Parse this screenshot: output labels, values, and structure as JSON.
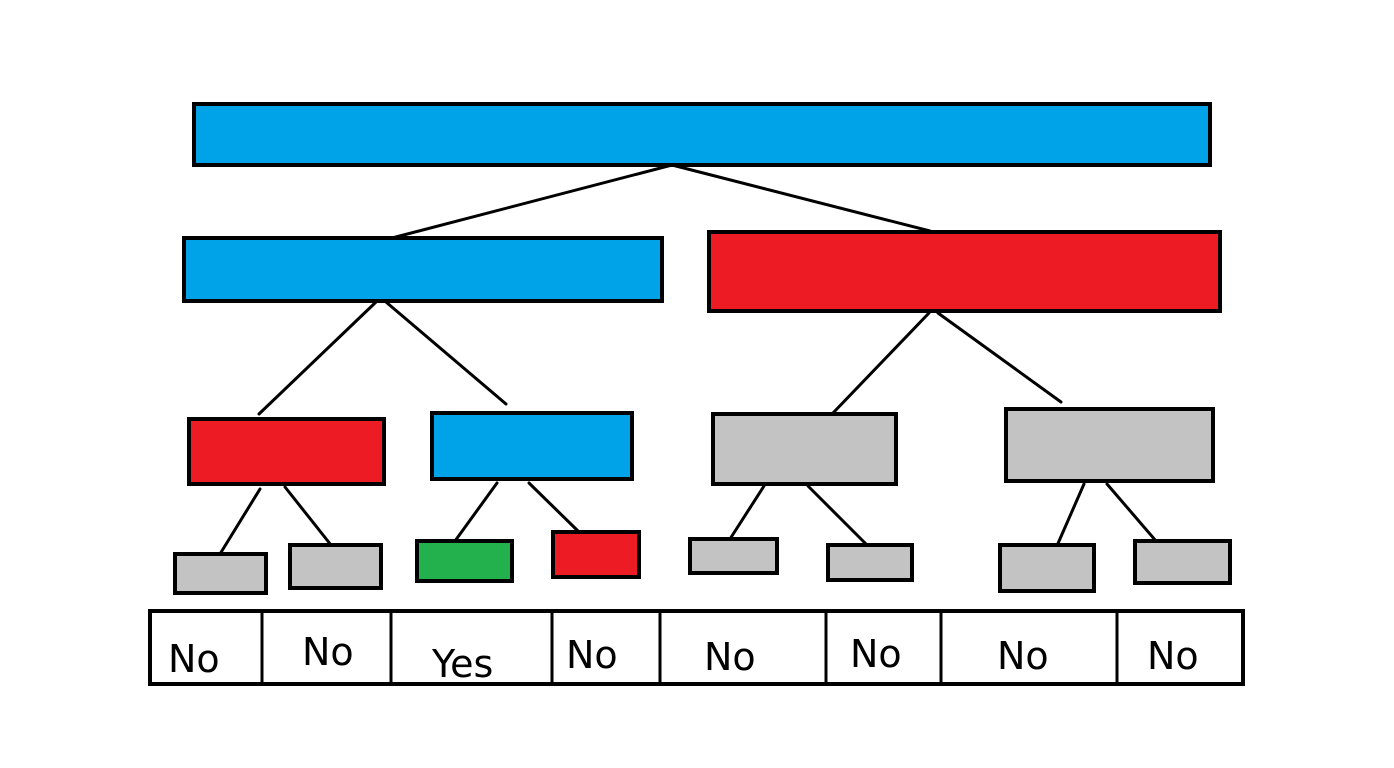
{
  "colors": {
    "blue": "#00a2e8",
    "red": "#ed1c24",
    "gray": "#c3c3c3",
    "green": "#22b14c"
  },
  "tree": {
    "root": {
      "color": "blue"
    },
    "level1": [
      {
        "color": "blue"
      },
      {
        "color": "red"
      }
    ],
    "level2": [
      {
        "color": "red"
      },
      {
        "color": "blue"
      },
      {
        "color": "gray"
      },
      {
        "color": "gray"
      }
    ],
    "leaves": [
      {
        "color": "gray"
      },
      {
        "color": "gray"
      },
      {
        "color": "green"
      },
      {
        "color": "red"
      },
      {
        "color": "gray"
      },
      {
        "color": "gray"
      },
      {
        "color": "gray"
      },
      {
        "color": "gray"
      }
    ]
  },
  "answers": {
    "labels": [
      "No",
      "No",
      "Yes",
      "No",
      "No",
      "No",
      "No",
      "No"
    ]
  }
}
